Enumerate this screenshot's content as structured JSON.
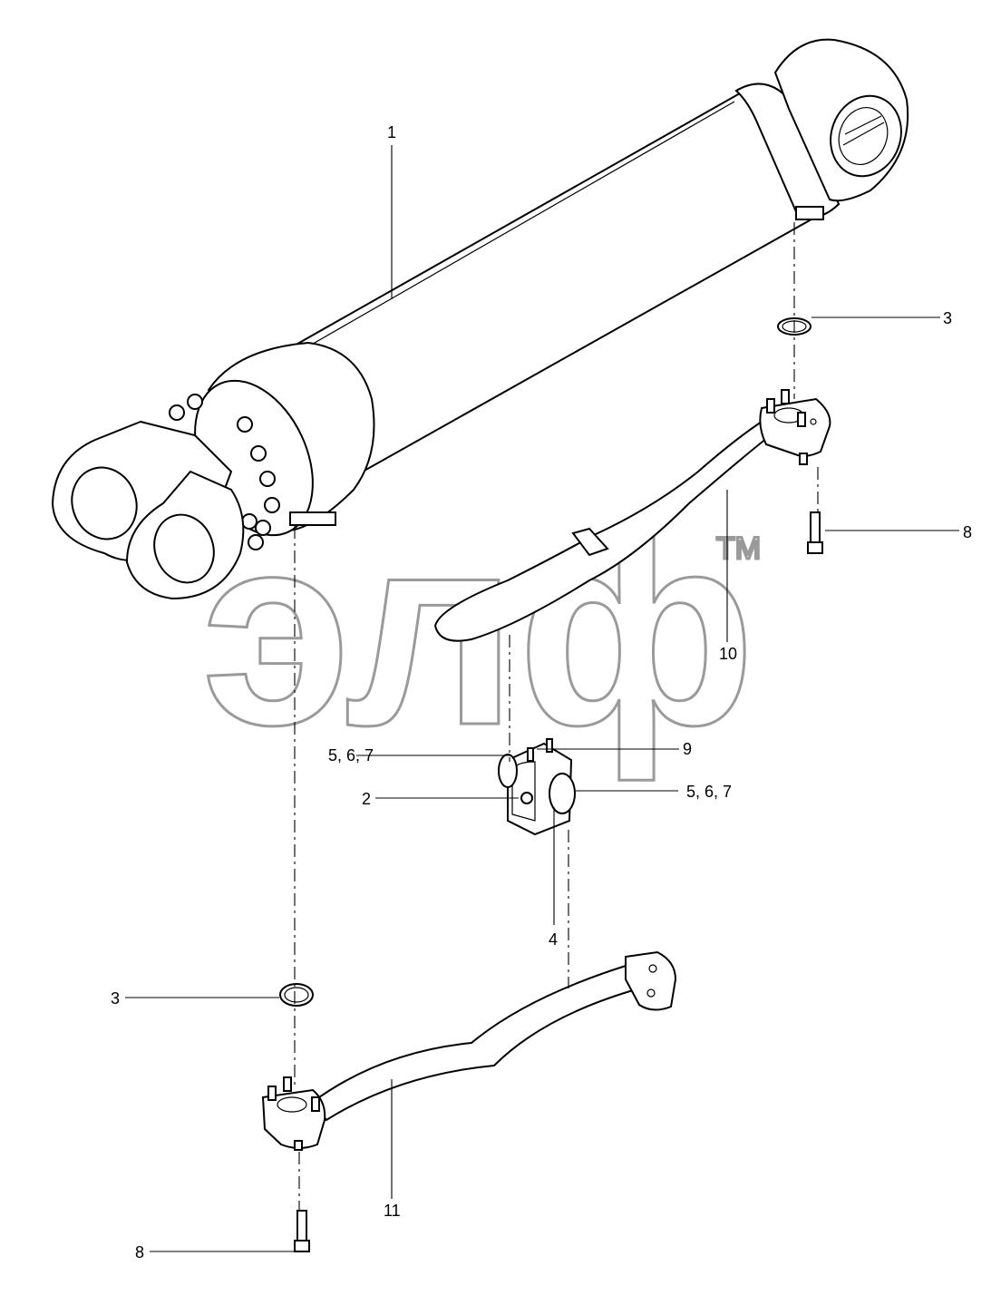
{
  "diagram": {
    "watermark": {
      "text": "элф",
      "tm": "TM"
    },
    "callouts": {
      "c1": "1",
      "c2": "2",
      "c3a": "3",
      "c3b": "3",
      "c4": "4",
      "c567a": "5, 6, 7",
      "c567b": "5, 6, 7",
      "c8a": "8",
      "c8b": "8",
      "c9": "9",
      "c10": "10",
      "c11": "11"
    }
  }
}
